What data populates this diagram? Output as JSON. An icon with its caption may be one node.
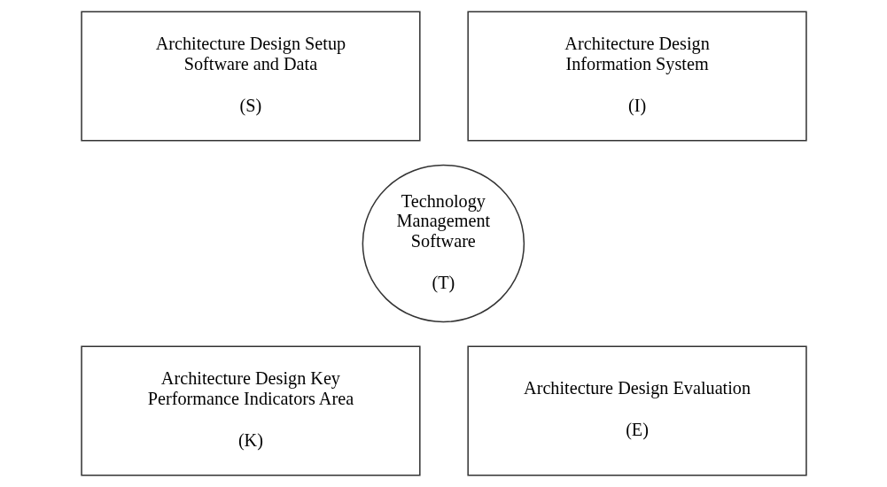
{
  "diagram": {
    "nodes": [
      {
        "text": [
          "Architecture Design Setup Software and Data",
          "(S)"
        ]
      },
      {
        "text": [
          "Architecture Design Information System",
          "(I)"
        ]
      },
      {
        "text": [
          "Technology Management Software",
          "(T)"
        ]
      },
      {
        "text": [
          "Architecture Design Key Performance Indicators Area",
          "(K)"
        ]
      },
      {
        "text": [
          "Architecture Design Evaluation",
          "(E)"
        ]
      }
    ],
    "edges": []
  }
}
